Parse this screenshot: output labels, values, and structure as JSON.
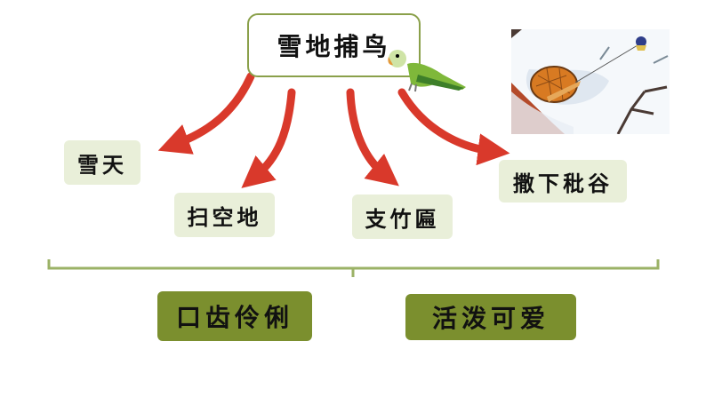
{
  "title": "雪地捕鸟",
  "steps": [
    "雪天",
    "扫空地",
    "支竹匾",
    "撒下秕谷"
  ],
  "traits": [
    "口齿伶俐",
    "活泼可爱"
  ],
  "colors": {
    "arrow": "#d9392b",
    "frame": "#8aa04a",
    "light_box": "#e9efd9",
    "dark_box": "#7b8f2e",
    "bracket": "#9bb266"
  }
}
